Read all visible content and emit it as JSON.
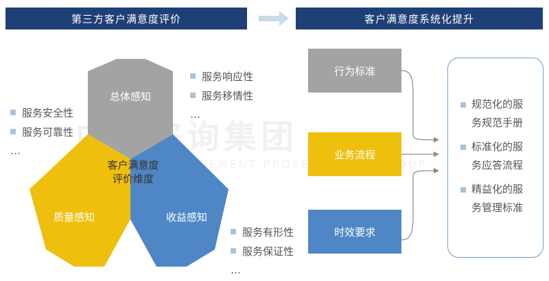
{
  "header": {
    "left_title": "第三方客户满意度评价",
    "right_title": "客户满意度系统化提升"
  },
  "wheel": {
    "center_label_line1": "客户满意度",
    "center_label_line2": "评价维度",
    "segments": [
      {
        "label": "总体感知",
        "color": "#a3a3a3"
      },
      {
        "label": "质量感知",
        "color": "#efbf0e"
      },
      {
        "label": "收益感知",
        "color": "#4f87c6"
      }
    ]
  },
  "bullets": {
    "overall": [
      "服务响应性",
      "服务移情性",
      "…"
    ],
    "quality": [
      "服务安全性",
      "服务可靠性",
      "…"
    ],
    "benefit": [
      "服务有形性",
      "服务保证性",
      "…"
    ]
  },
  "process_boxes": [
    {
      "label": "行为标准",
      "color": "#a3a3a3"
    },
    {
      "label": "业务流程",
      "color": "#efbf0e"
    },
    {
      "label": "时效要求",
      "color": "#4f87c6"
    }
  ],
  "results": [
    {
      "line1": "规范化的服",
      "line2": "务规范手册"
    },
    {
      "line1": "标准化的服",
      "line2": "务应答流程"
    },
    {
      "line1": "精益化的服",
      "line2": "务管理标准"
    }
  ],
  "colors": {
    "header_bg": "#1f3f77",
    "bullet_square": "#a8c4dc",
    "connector": "#8a8a8a",
    "panel_border": "#6f9bc4"
  },
  "watermark": {
    "main": "中大咨询集团",
    "sub": "MANAGEMENT PROFESSIONAL GROUP"
  }
}
